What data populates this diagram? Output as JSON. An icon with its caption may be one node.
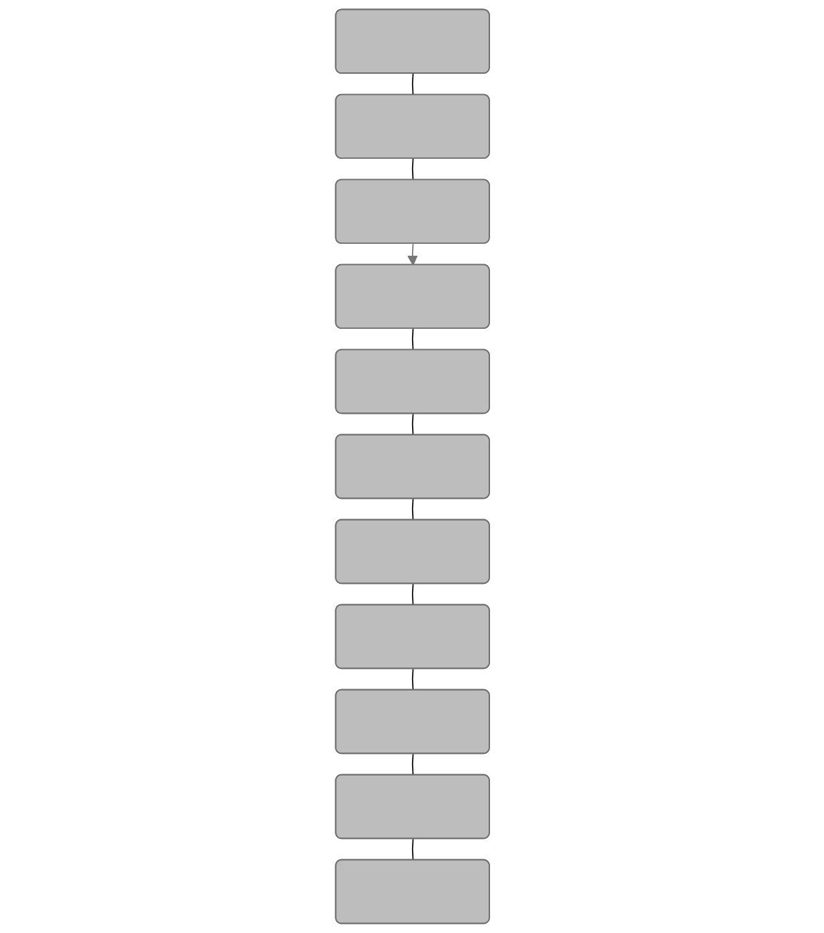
{
  "diagram": {
    "nodes": [
      {
        "text": [],
        "shape": "box"
      },
      {
        "text": [],
        "shape": "box"
      },
      {
        "text": [],
        "shape": "box"
      },
      {
        "text": [],
        "shape": "box"
      },
      {
        "text": [],
        "shape": "box"
      },
      {
        "text": [],
        "shape": "box"
      },
      {
        "text": [],
        "shape": "box"
      },
      {
        "text": [],
        "shape": "box"
      },
      {
        "text": [],
        "shape": "box"
      },
      {
        "text": [],
        "shape": "box"
      },
      {
        "text": [],
        "shape": "box"
      }
    ],
    "edges": [
      {
        "from": 0,
        "to": 1,
        "arrow": "none"
      },
      {
        "from": 1,
        "to": 2,
        "arrow": "none"
      },
      {
        "from": 2,
        "to": 3,
        "arrow": "to",
        "color": "#777777"
      },
      {
        "from": 3,
        "to": 4,
        "arrow": "none"
      },
      {
        "from": 4,
        "to": 5,
        "arrow": "none"
      },
      {
        "from": 5,
        "to": 6,
        "arrow": "none"
      },
      {
        "from": 6,
        "to": 7,
        "arrow": "none"
      },
      {
        "from": 7,
        "to": 8,
        "arrow": "none"
      },
      {
        "from": 8,
        "to": 9,
        "arrow": "none"
      },
      {
        "from": 9,
        "to": 10,
        "arrow": "none"
      }
    ]
  }
}
